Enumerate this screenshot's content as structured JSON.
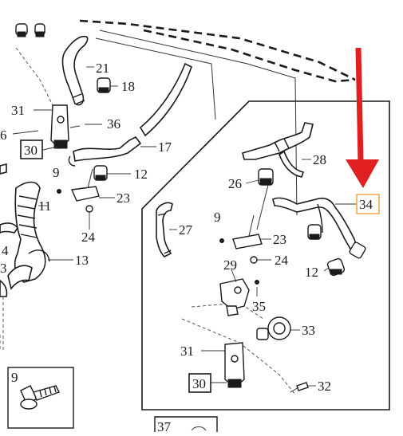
{
  "callouts": {
    "c21": "21",
    "c18": "18",
    "c31_left": "31",
    "c36": "36",
    "c6": "6",
    "c30_left": "30",
    "c17": "17",
    "c9_left": "9",
    "c12_left": "12",
    "c23_left": "23",
    "c11": "11",
    "c24_left": "24",
    "c4": "4",
    "c3": "3",
    "c13": "13",
    "c28": "28",
    "c26": "26",
    "c34": "34",
    "c27": "27",
    "c9_mid": "9",
    "c23_mid": "23",
    "c29": "29",
    "c24_mid": "24",
    "c12_mid": "12",
    "c35": "35",
    "c33": "33",
    "c31_bottom": "31",
    "c30_bottom": "30",
    "c32": "32"
  },
  "inset": {
    "label_9": "9",
    "label_37": "37"
  },
  "colors": {
    "arrow": "#e02020",
    "highlight": "#f0a030"
  }
}
